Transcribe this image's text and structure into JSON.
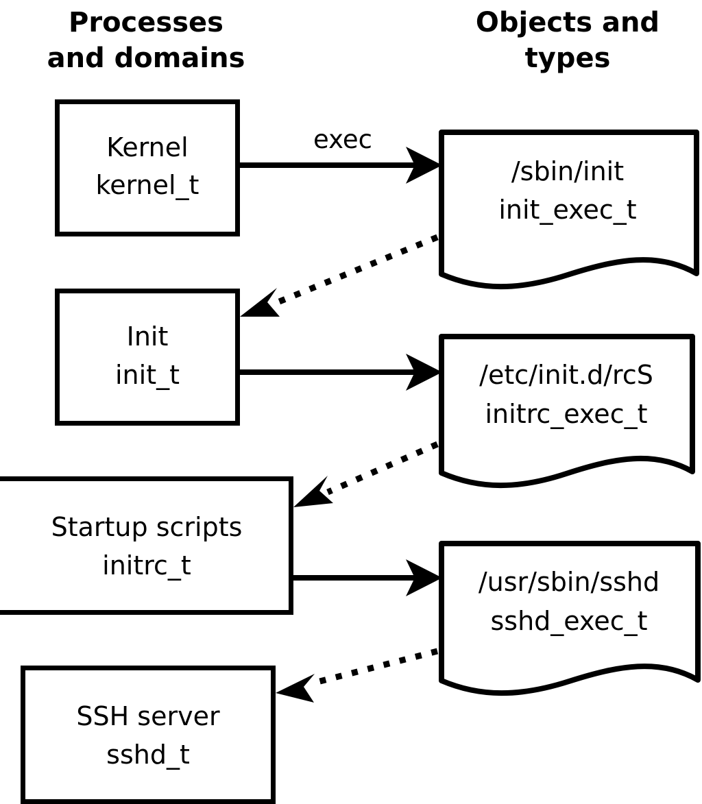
{
  "columns": {
    "left": {
      "title_line1": "Processes",
      "title_line2": "and domains"
    },
    "right": {
      "title_line1": "Objects and",
      "title_line2": "types"
    }
  },
  "domains": [
    {
      "name": "Kernel",
      "type": "kernel_t"
    },
    {
      "name": "Init",
      "type": "init_t"
    },
    {
      "name": "Startup scripts",
      "type": "initrc_t"
    },
    {
      "name": "SSH server",
      "type": "sshd_t"
    }
  ],
  "objects": [
    {
      "path": "/sbin/init",
      "type": "init_exec_t"
    },
    {
      "path": "/etc/init.d/rcS",
      "type": "initrc_exec_t"
    },
    {
      "path": "/usr/sbin/sshd",
      "type": "sshd_exec_t"
    }
  ],
  "edges": {
    "exec_label": "exec",
    "solid": [
      {
        "from": "Kernel",
        "to": "/sbin/init",
        "label": "exec"
      },
      {
        "from": "Init",
        "to": "/etc/init.d/rcS",
        "label": ""
      },
      {
        "from": "Startup scripts",
        "to": "/usr/sbin/sshd",
        "label": ""
      }
    ],
    "dotted": [
      {
        "from": "/sbin/init",
        "to": "Init"
      },
      {
        "from": "/etc/init.d/rcS",
        "to": "Startup scripts"
      },
      {
        "from": "/usr/sbin/sshd",
        "to": "SSH server"
      }
    ]
  },
  "colors": {
    "stroke": "#000000",
    "fill": "#ffffff",
    "text": "#000000"
  }
}
